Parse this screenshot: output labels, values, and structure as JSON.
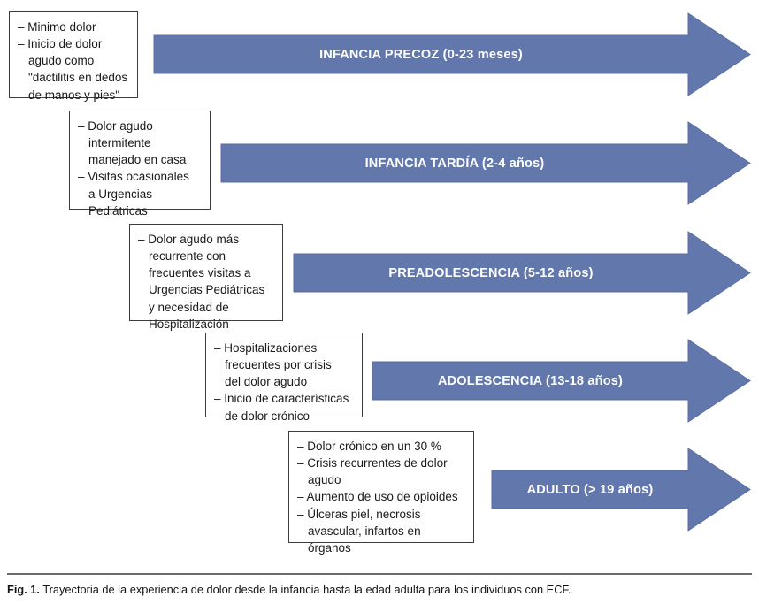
{
  "figure": {
    "caption_label": "Fig. 1.",
    "caption_text": "Trayectoria de la experiencia de dolor desde la infancia hasta la edad adulta para los individuos con ECF.",
    "arrow_color": "#6277AC",
    "arrow_label_color": "#FFFFFF",
    "box_border_color": "#3C3C3C",
    "background_color": "#FFFFFF"
  },
  "stages": [
    {
      "id": "infancia-precoz",
      "arrow_label": "INFANCIA PRECOZ (0-23 meses)",
      "note_lines": [
        "– Minimo dolor",
        "– Inicio de dolor",
        "agudo como",
        "\"dactilitis en dedos",
        "de manos y pies\""
      ]
    },
    {
      "id": "infancia-tardia",
      "arrow_label": "INFANCIA TARDÍA (2-4 años)",
      "note_lines": [
        "– Dolor agudo",
        "intermitente",
        "manejado en casa",
        "– Visitas ocasionales",
        "a Urgencias",
        "Pediátricas"
      ]
    },
    {
      "id": "preadolescencia",
      "arrow_label": "PREADOLESCENCIA (5-12 años)",
      "note_lines": [
        "– Dolor agudo más",
        "recurrente con",
        "frecuentes visitas a",
        "Urgencias Pediátricas",
        "y necesidad de",
        "Hospitalización"
      ]
    },
    {
      "id": "adolescencia",
      "arrow_label": "ADOLESCENCIA (13-18 años)",
      "note_lines": [
        "– Hospitalizaciones",
        "frecuentes por crisis",
        "del dolor agudo",
        "– Inicio de características",
        "de dolor crónico"
      ]
    },
    {
      "id": "adulto",
      "arrow_label": "ADULTO (> 19 años)",
      "note_lines": [
        "– Dolor crónico en un 30 %",
        "– Crisis recurrentes de dolor",
        "agudo",
        "– Aumento de uso de opioides",
        "– Úlceras piel, necrosis",
        "avascular, infartos en",
        "órganos"
      ]
    }
  ]
}
